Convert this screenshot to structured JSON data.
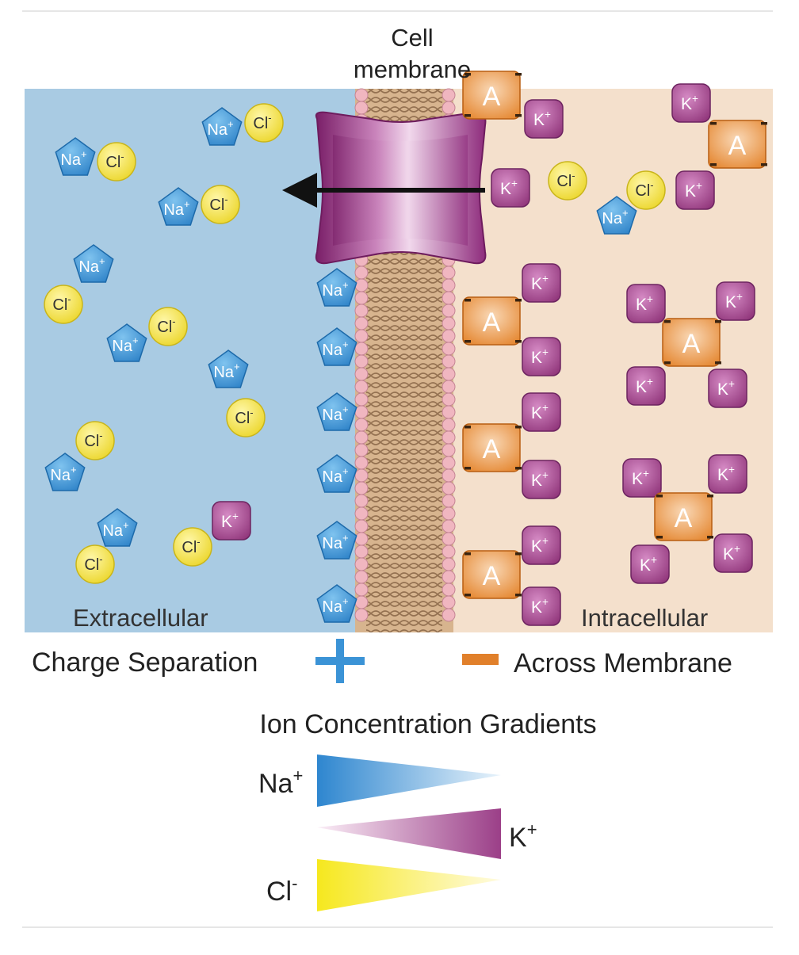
{
  "labels": {
    "cell": "Cell",
    "membrane": "membrane",
    "extracellular": "Extracellular",
    "intracellular": "Intracellular",
    "charge_separation": "Charge Separation",
    "across_membrane": "Across Membrane",
    "gradients_title": "Ion Concentration Gradients"
  },
  "ions": {
    "na": "Na",
    "k": "K",
    "cl": "Cl",
    "anion": "A",
    "plus": "+",
    "minus": "-"
  },
  "colors": {
    "extracellular_bg": "#a9cbe3",
    "intracellular_bg": "#f4e0cc",
    "na": "#2f8fd6",
    "k": "#9b3f88",
    "cl": "#f3e33a",
    "anion": "#e98a2c",
    "channel": "#8e2c7c",
    "phospholipid_head": "#f0b6c0",
    "lipid_tail": "#c8a27e",
    "plus_sign": "#3b93d6",
    "minus_sign": "#e1802b"
  }
}
